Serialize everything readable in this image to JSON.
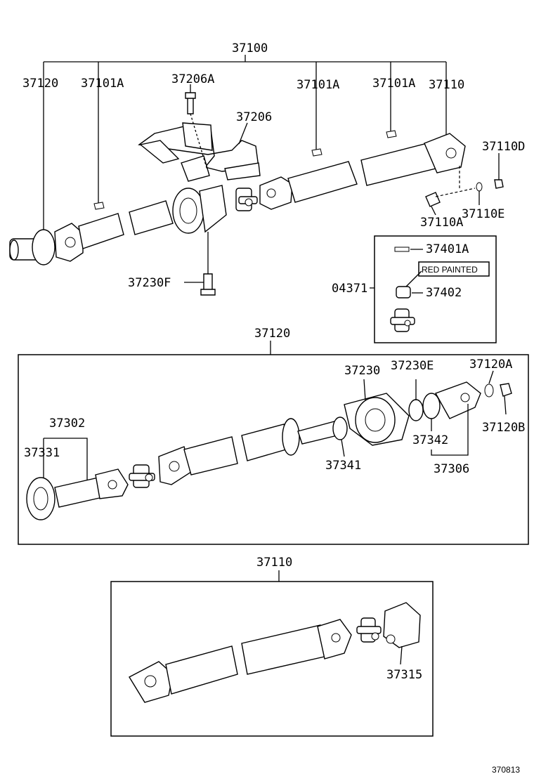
{
  "labels": {
    "assy_37100": "37100",
    "p37120_top": "37120",
    "p37101A_1": "37101A",
    "p37206A": "37206A",
    "p37206": "37206",
    "p37101A_2": "37101A",
    "p37101A_3": "37101A",
    "p37110_top": "37110",
    "p37110D": "37110D",
    "p37110E": "37110E",
    "p37110A": "37110A",
    "p37230F": "37230F",
    "p04371": "04371",
    "p37401A": "37401A",
    "red_painted": "RED PAINTED",
    "p37402": "37402",
    "sec_37120": "37120",
    "p37230": "37230",
    "p37230E": "37230E",
    "p37120A": "37120A",
    "p37120B": "37120B",
    "p37302": "37302",
    "p37331": "37331",
    "p37341": "37341",
    "p37342": "37342",
    "p37306": "37306",
    "sec_37110": "37110",
    "p37315": "37315",
    "diagram_id": "370813"
  }
}
